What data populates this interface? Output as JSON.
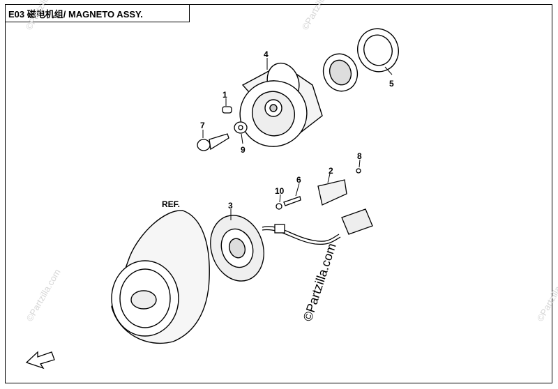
{
  "title": "E03 磁电机组/ MAGNETO ASSY.",
  "ref_label": "REF.",
  "watermark": "©Partzilla.com",
  "callouts": [
    {
      "num": "1"
    },
    {
      "num": "2"
    },
    {
      "num": "3"
    },
    {
      "num": "4"
    },
    {
      "num": "5"
    },
    {
      "num": "6"
    },
    {
      "num": "7"
    },
    {
      "num": "8"
    },
    {
      "num": "9"
    },
    {
      "num": "10"
    }
  ],
  "icons": {
    "front_arrow": "fwd-arrow-icon"
  }
}
